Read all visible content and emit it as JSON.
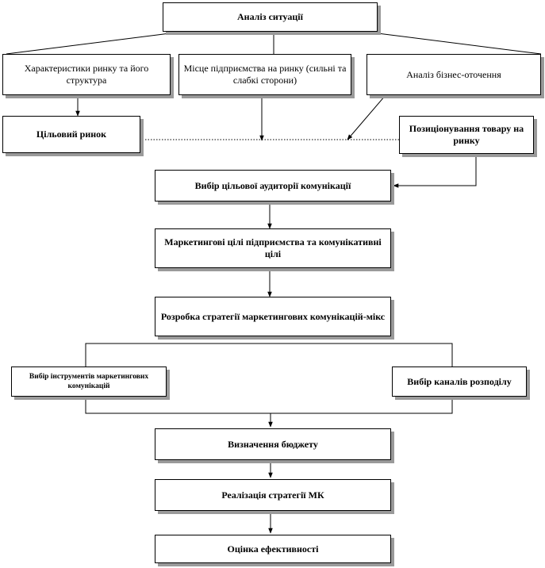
{
  "nodes": {
    "analysis": "Аналіз ситуації",
    "market_characteristics": "Характеристики ринку та його структура",
    "company_place": "Місце підприємства на ринку (сильні та слабкі сторони)",
    "business_environment": "Аналіз бізнес-оточення",
    "target_market": "Цільовий ринок",
    "positioning": "Позиціонування товару на ринку",
    "audience_choice": "Вибір цільової аудиторії комунікації",
    "marketing_goals": "Маркетингові цілі підприємства та комунікативні цілі",
    "strategy_development": "Розробка стратегії маркетингових комунікацій-мікс",
    "tools_choice": "Вибір інструментів маркетингових комунікацій",
    "channels_choice": "Вибір каналів розподілу",
    "budget": "Визначення бюджету",
    "implementation": "Реалізація стратегії МК",
    "evaluation": "Оцінка ефективності"
  }
}
